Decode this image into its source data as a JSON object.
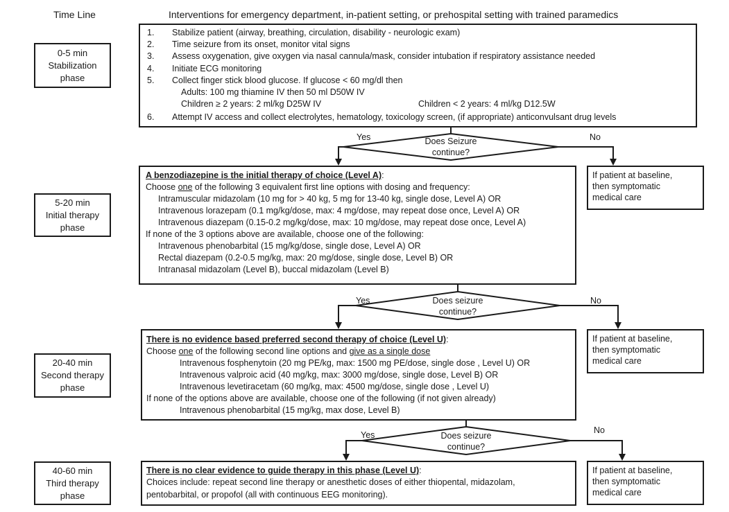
{
  "header": {
    "timeline_title": "Time Line",
    "interventions_title": "Interventions for emergency department, in-patient setting, or prehospital setting with trained paramedics"
  },
  "phases": [
    {
      "time": "0-5 min",
      "name_line1": "Stabilization",
      "name_line2": "phase"
    },
    {
      "time": "5-20 min",
      "name_line1": "Initial therapy",
      "name_line2": "phase"
    },
    {
      "time": "20-40 min",
      "name_line1": "Second therapy",
      "name_line2": "phase"
    },
    {
      "time": "40-60 min",
      "name_line1": "Third therapy",
      "name_line2": "phase"
    }
  ],
  "stabilization": {
    "steps": [
      {
        "num": "1.",
        "text": "Stabilize patient (airway, breathing, circulation, disability - neurologic exam)"
      },
      {
        "num": "2.",
        "text": "Time seizure from its onset, monitor vital signs"
      },
      {
        "num": "3.",
        "text": "Assess oxygenation, give oxygen via nasal cannula/mask, consider intubation if respiratory assistance needed"
      },
      {
        "num": "4.",
        "text": "Initiate ECG monitoring"
      },
      {
        "num": "5.",
        "text": "Collect finger stick blood glucose. If glucose < 60 mg/dl then"
      },
      {
        "num": "6.",
        "text": "Attempt IV access and collect electrolytes, hematology,  toxicology screen, (if appropriate) anticonvulsant drug levels"
      }
    ],
    "adults": "Adults:  100 mg thiamine IV then 50 ml D50W IV",
    "children_ge2": "Children ≥ 2 years: 2 ml/kg D25W IV",
    "children_lt2": "Children < 2 years: 4 ml/kg D12.5W"
  },
  "decisions": [
    {
      "line1": "Does Seizure",
      "line2": "continue?",
      "yes": "Yes",
      "no": "No"
    },
    {
      "line1": "Does seizure",
      "line2": "continue?",
      "yes": "Yes",
      "no": "No"
    },
    {
      "line1": "Does seizure",
      "line2": "continue?",
      "yes": "Yes",
      "no": "No"
    }
  ],
  "initial": {
    "heading": "A benzodiazepine is the initial therapy of choice (Level A)",
    "heading_suffix": ":",
    "choose_pre": "Choose ",
    "choose_one": "one",
    "choose_post": " of the following 3 equivalent first line options  with dosing and frequency:",
    "options": [
      "Intramuscular midazolam  (10 mg for > 40 kg, 5 mg for 13-40 kg, single dose, Level A) OR",
      "Intravenous lorazepam (0.1 mg/kg/dose, max: 4 mg/dose, may repeat dose  once,  Level A) OR",
      "Intravenous diazepam (0.15-0.2 mg/kg/dose, max: 10 mg/dose, may repeat dose  once, Level A)"
    ],
    "fallback": "If none of the 3 options above are available, choose one of the following:",
    "fallback_options": [
      "Intravenous phenobarbital (15 mg/kg/dose, single  dose, Level A) OR",
      "Rectal diazepam (0.2-0.5 mg/kg, max: 20 mg/dose, single  dose, Level B) OR",
      "Intranasal midazolam (Level B), buccal midazolam (Level B)"
    ]
  },
  "second": {
    "heading": "There is no evidence based preferred second therapy of choice (Level U)",
    "heading_suffix": ":",
    "choose_pre": "Choose ",
    "choose_one": "one",
    "choose_mid": " of the following second line options  and ",
    "choose_single": "give as a single dose",
    "options": [
      "Intravenous fosphenytoin (20 mg PE/kg, max: 1500 mg PE/dose, single dose , Level U) OR",
      "Intravenous valproic acid (40  mg/kg, max: 3000 mg/dose, single dose, Level  B) OR",
      "Intravenous levetiracetam (60 mg/kg, max: 4500 mg/dose, single dose , Level U)"
    ],
    "fallback": "If none of the options above are available, choose one of the following (if not given already)",
    "fallback_options": [
      "Intravenous phenobarbital (15 mg/kg, max dose, Level B)"
    ]
  },
  "third": {
    "heading": "There is no clear evidence to guide therapy in this phase (Level U)",
    "heading_suffix": ":",
    "line1": "Choices include: repeat second line therapy or anesthetic doses of either thiopental, midazolam,",
    "line2": "pentobarbital, or propofol (all with continuous EEG monitoring)."
  },
  "baseline_boxes": [
    {
      "line1": "If patient at baseline,",
      "line2": "then symptomatic",
      "line3": "medical care"
    },
    {
      "line1": "If patient at baseline,",
      "line2": "then symptomatic",
      "line3": "medical care"
    },
    {
      "line1": "If patient at baseline,",
      "line2": "then symptomatic",
      "line3": "medical care"
    }
  ]
}
